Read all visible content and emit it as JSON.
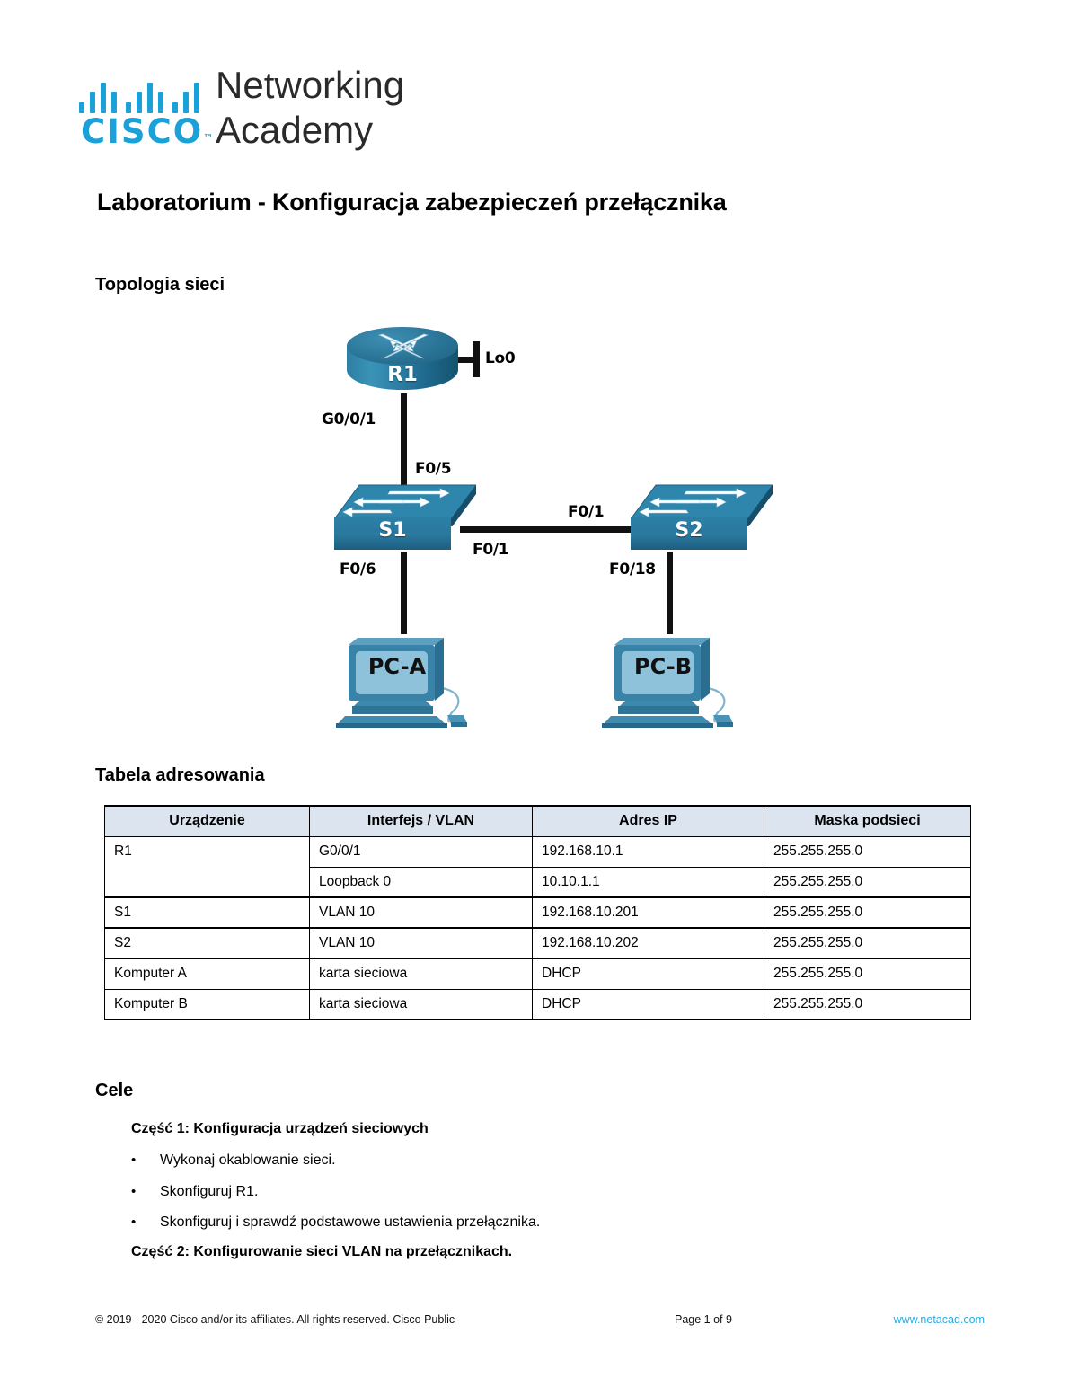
{
  "logo": {
    "brand": "CISCO",
    "trademark": "™",
    "line1": "Networking",
    "line2": "Academy"
  },
  "document": {
    "title": "Laboratorium - Konfiguracja zabezpieczeń przełącznika",
    "sections": {
      "topology": "Topologia sieci",
      "addressing": "Tabela adresowania",
      "goals": "Cele"
    }
  },
  "topology": {
    "nodes": {
      "router": "R1",
      "switch1": "S1",
      "switch2": "S2",
      "pc_a": "PC-A",
      "pc_b": "PC-B"
    },
    "labels": {
      "loopback": "Lo0",
      "r1_g0": "G0/0/1",
      "s1_f05": "F0/5",
      "s1_f06": "F0/6",
      "s1_f01": "F0/1",
      "s2_f01": "F0/1",
      "s2_f018": "F0/18"
    }
  },
  "table": {
    "headers": [
      "Urządzenie",
      "Interfejs / VLAN",
      "Adres IP",
      "Maska podsieci"
    ],
    "rows": [
      {
        "device": "R1",
        "interface": "G0/0/1",
        "ip": "192.168.10.1",
        "mask": "255.255.255.0"
      },
      {
        "device": "",
        "interface": "Loopback 0",
        "ip": "10.10.1.1",
        "mask": "255.255.255.0"
      },
      {
        "device": "S1",
        "interface": "VLAN 10",
        "ip": "192.168.10.201",
        "mask": "255.255.255.0"
      },
      {
        "device": "S2",
        "interface": "VLAN 10",
        "ip": "192.168.10.202",
        "mask": "255.255.255.0"
      },
      {
        "device": "Komputer A",
        "interface": "karta sieciowa",
        "ip": "DHCP",
        "mask": "255.255.255.0"
      },
      {
        "device": "Komputer B",
        "interface": "karta sieciowa",
        "ip": "DHCP",
        "mask": "255.255.255.0"
      }
    ]
  },
  "goals": {
    "part1_title": "Część 1: Konfiguracja urządzeń sieciowych",
    "bullets": [
      "Wykonaj okablowanie sieci.",
      "Skonfiguruj R1.",
      "Skonfiguruj i sprawdź podstawowe ustawienia przełącznika."
    ],
    "bullet_marker": "•",
    "part2_title": "Część 2: Konfigurowanie sieci VLAN na przełącznikach."
  },
  "footer": {
    "copyright": "© 2019 - 2020 Cisco and/or its affiliates. All rights reserved. Cisco Public",
    "page": "Page 1 of 9",
    "url": "www.netacad.com"
  },
  "colors": {
    "cisco_blue": "#1BA0D7",
    "link_blue": "#29ABE2",
    "device_teal": "#2a7496",
    "table_header_bg": "#DCE4F0"
  }
}
